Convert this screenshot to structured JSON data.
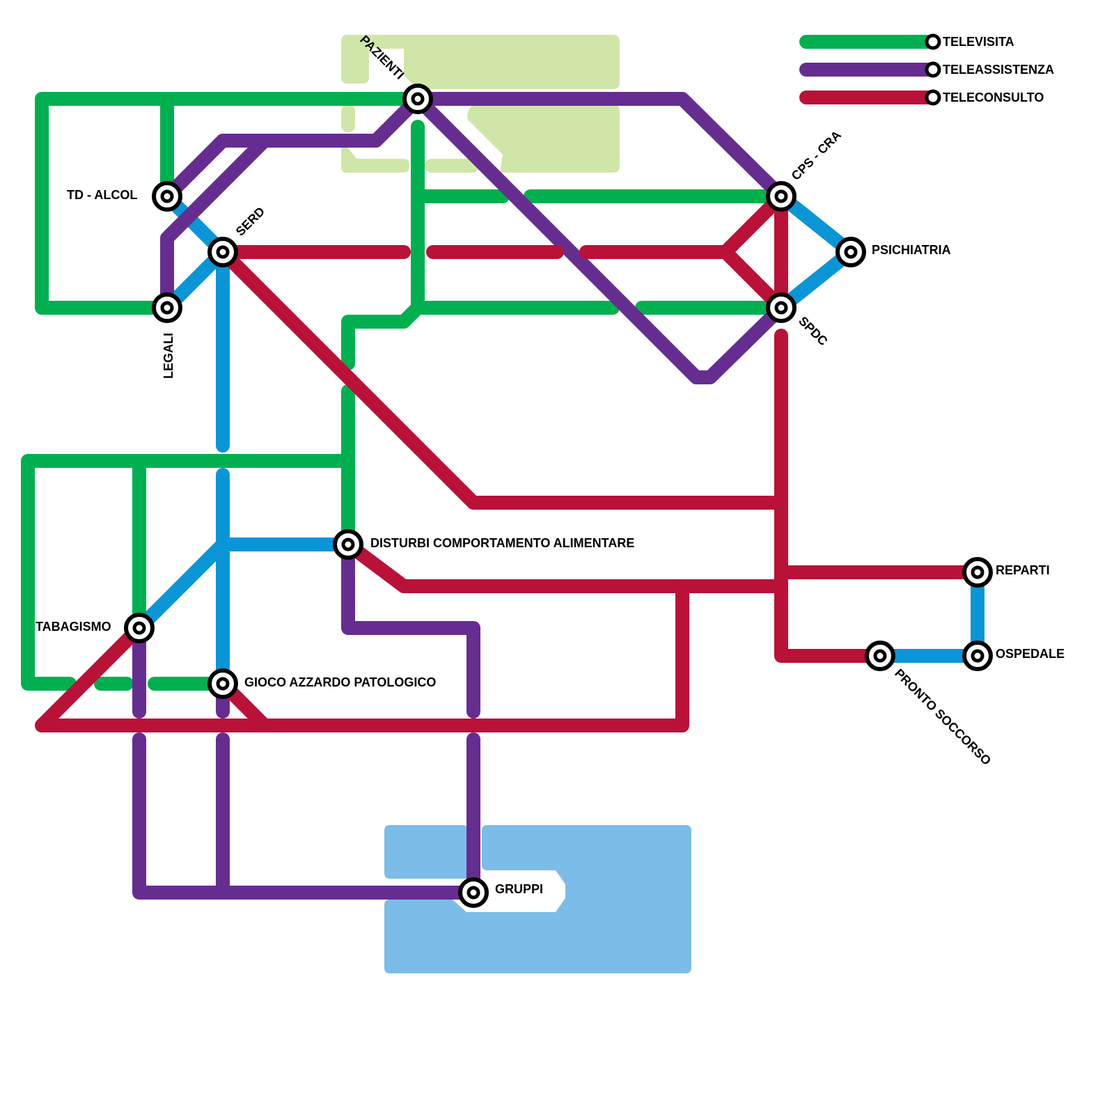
{
  "colors": {
    "televisita": "#00B050",
    "teleassistenza": "#662D91",
    "teleconsulto": "#BA1138",
    "connector": "#0A96D6",
    "zone_green": "#D0E6A8",
    "zone_blue": "#7BBDE8",
    "station_ring": "#000000",
    "station_fill": "#ffffff"
  },
  "legend": [
    {
      "key": "televisita",
      "label": "TELEVISITA"
    },
    {
      "key": "teleassistenza",
      "label": "TELEASSISTENZA"
    },
    {
      "key": "teleconsulto",
      "label": "TELECONSULTO"
    }
  ],
  "stations": {
    "pazienti": "PAZIENTI",
    "td_alcol": "TD - ALCOL",
    "serd": "SERD",
    "legali": "LEGALI",
    "cps_cra": "CPS - CRA",
    "psichiatria": "PSICHIATRIA",
    "spdc": "SPDC",
    "dca": "DISTURBI COMPORTAMENTO ALIMENTARE",
    "tabagismo": "TABAGISMO",
    "gioco": "GIOCO AZZARDO PATOLOGICO",
    "reparti": "REPARTI",
    "ospedale": "OSPEDALE",
    "pronto_soccorso": "PRONTO SOCCORSO",
    "gruppi": "GRUPPI"
  }
}
